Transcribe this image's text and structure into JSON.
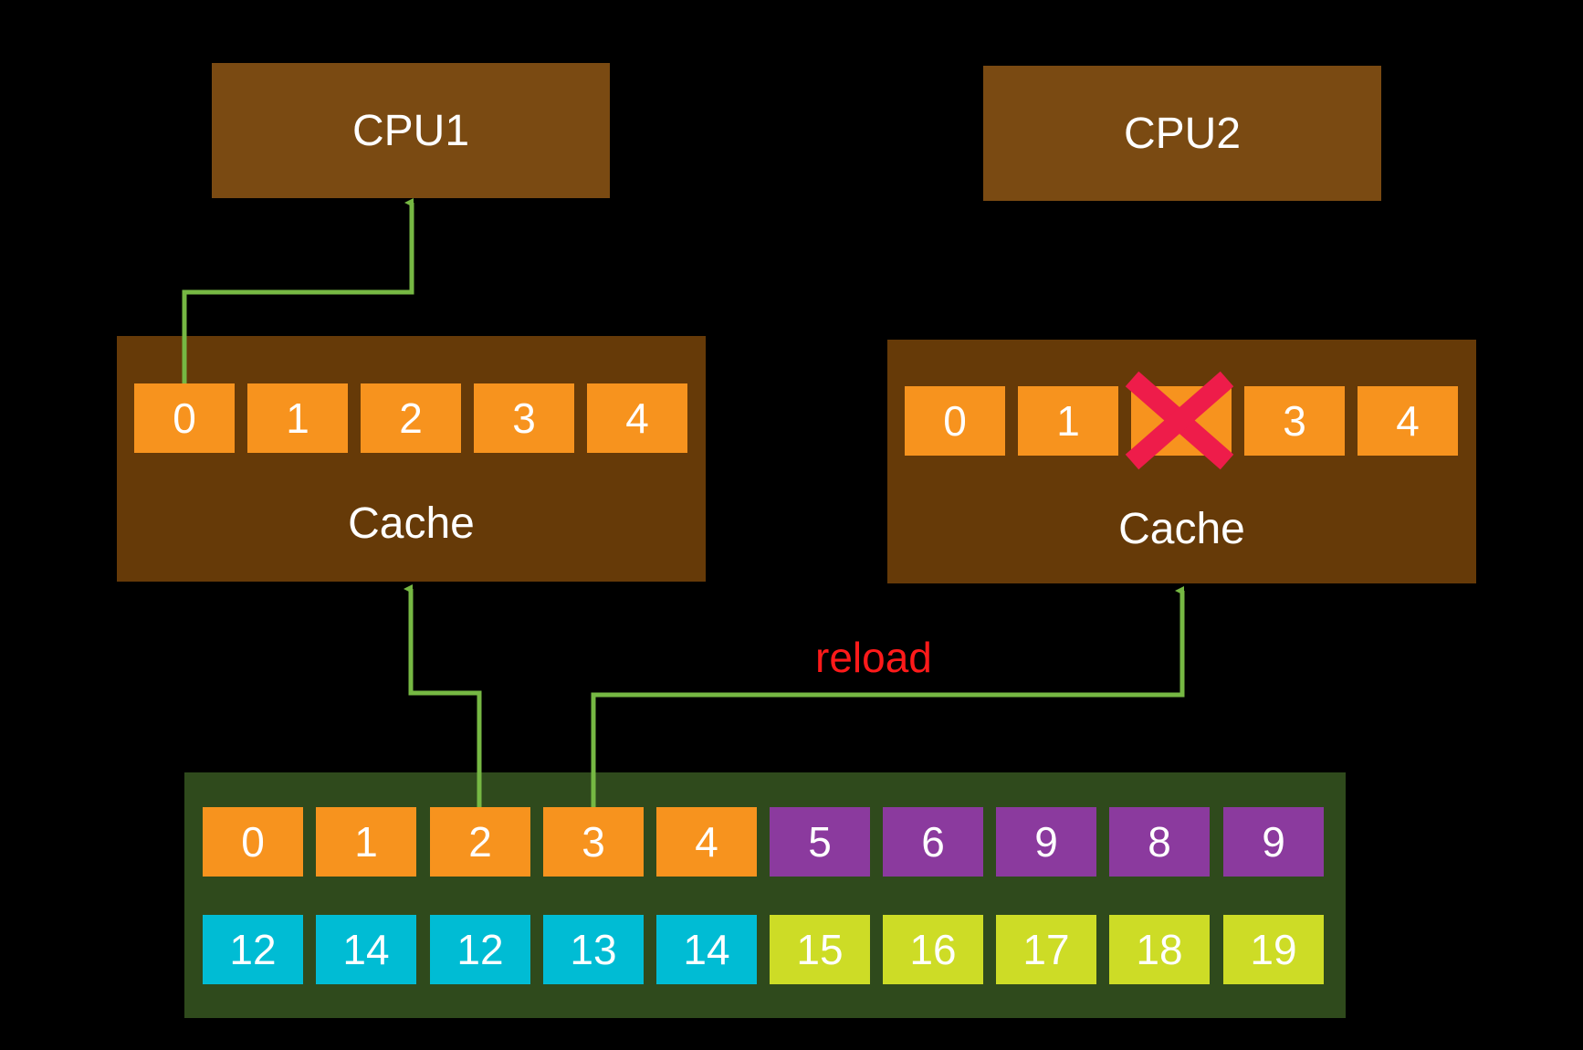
{
  "cpus": [
    {
      "label": "CPU1"
    },
    {
      "label": "CPU2"
    }
  ],
  "caches": [
    {
      "label": "Cache",
      "cells": [
        "0",
        "1",
        "2",
        "3",
        "4"
      ]
    },
    {
      "label": "Cache",
      "cells": [
        "0",
        "1",
        "",
        "3",
        "4"
      ],
      "invalidated_index": 2
    }
  ],
  "memory": {
    "row1": [
      {
        "value": "0",
        "color": "orange"
      },
      {
        "value": "1",
        "color": "orange"
      },
      {
        "value": "2",
        "color": "orange"
      },
      {
        "value": "3",
        "color": "orange"
      },
      {
        "value": "4",
        "color": "orange"
      },
      {
        "value": "5",
        "color": "purple"
      },
      {
        "value": "6",
        "color": "purple"
      },
      {
        "value": "9",
        "color": "purple"
      },
      {
        "value": "8",
        "color": "purple"
      },
      {
        "value": "9",
        "color": "purple"
      }
    ],
    "row2": [
      {
        "value": "12",
        "color": "cyan"
      },
      {
        "value": "14",
        "color": "cyan"
      },
      {
        "value": "12",
        "color": "cyan"
      },
      {
        "value": "13",
        "color": "cyan"
      },
      {
        "value": "14",
        "color": "cyan"
      },
      {
        "value": "15",
        "color": "lime"
      },
      {
        "value": "16",
        "color": "lime"
      },
      {
        "value": "17",
        "color": "lime"
      },
      {
        "value": "18",
        "color": "lime"
      },
      {
        "value": "19",
        "color": "lime"
      }
    ]
  },
  "annotations": {
    "reload_label": "reload"
  },
  "colors": {
    "orange": "#f7931e",
    "purple": "#8b3a9e",
    "cyan": "#00bcd4",
    "lime": "#cddc26",
    "arrow": "#76b843",
    "invalid_x": "#ee1c4a",
    "reload_text": "#ff1a1a"
  }
}
